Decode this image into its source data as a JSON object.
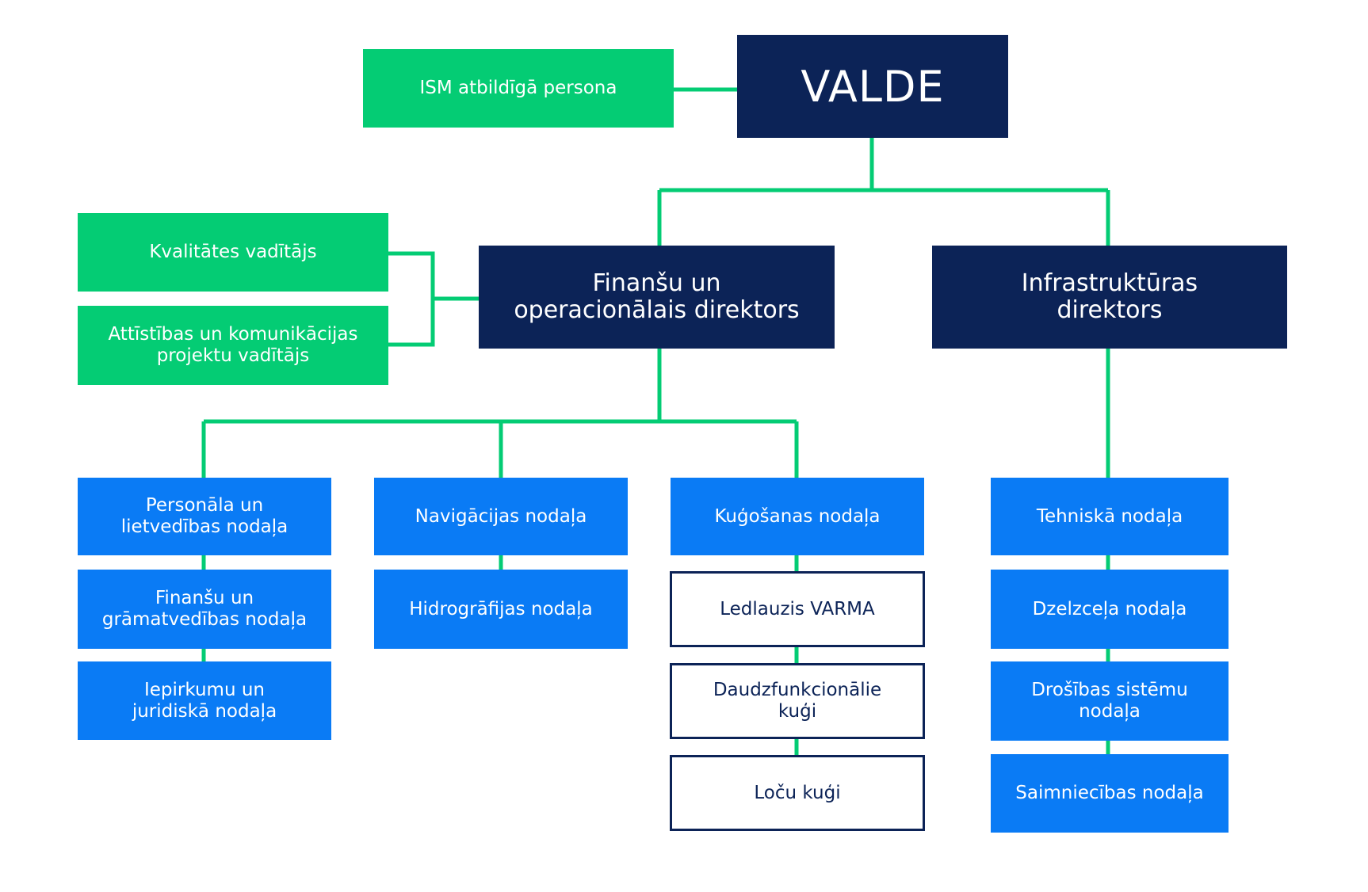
{
  "colors": {
    "navy": "#0c2357",
    "green": "#04cc74",
    "blue": "#0a7bf5",
    "connector": "#04cc74"
  },
  "board": {
    "label": "VALDE"
  },
  "ism_person": {
    "label": "ISM atbildīgā persona"
  },
  "quality_manager": {
    "label": "Kvalitātes vadītājs"
  },
  "development_manager": {
    "label": "Attīstības un komunikācijas\nprojektu vadītājs"
  },
  "finance_director": {
    "label": "Finanšu un\noperacionālais direktors"
  },
  "infrastructure_director": {
    "label": "Infrastruktūras\ndirektors"
  },
  "departments": {
    "personnel": "Personāla un\nlietvedības nodaļa",
    "finance": "Finanšu un\ngrāmatvedības nodaļa",
    "procurement": "Iepirkumu un\njuridiskā nodaļa",
    "navigation": "Navigācijas nodaļa",
    "hydrography": "Hidrogrāfijas nodaļa",
    "shipping": "Kuģošanas nodaļa",
    "technical": "Tehniskā nodaļa",
    "railway": "Dzelzceļa nodaļa",
    "security": "Drošības sistēmu\nnodaļa",
    "maintenance": "Saimniecības nodaļa"
  },
  "vessels": {
    "icebreaker": "Ledlauzis VARMA",
    "multifunctional": "Daudzfunkcionālie\nkuģi",
    "pilot": "Loču kuģi"
  }
}
